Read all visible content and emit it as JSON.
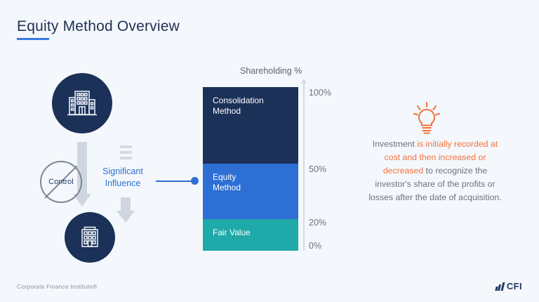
{
  "slide": {
    "title": "Equity Method Overview",
    "background_color": "#f4f8fc",
    "accent_color": "#3d79e0"
  },
  "diagram": {
    "parent_icon_name": "office-building",
    "investee_icon_name": "office-building-small",
    "control_label": "Control",
    "control_state": "prohibited",
    "influence_label": "Significant\nInfluence",
    "influence_color": "#2f6fd0"
  },
  "chart_data": {
    "type": "bar",
    "title": "Shareholding %",
    "xlabel": "",
    "ylabel": "Shareholding %",
    "ylim": [
      0,
      100
    ],
    "grid": false,
    "legend": "inside-segments",
    "categories": [
      "Fair Value",
      "Equity Method",
      "Consolidation Method"
    ],
    "tick_labels": [
      "100%",
      "50%",
      "20%",
      "0%"
    ],
    "tick_values": [
      100,
      50,
      20,
      0
    ],
    "segments": [
      {
        "label": "Consolidation\nMethod",
        "from": 50,
        "to": 100,
        "value": 50,
        "color": "#1b3158"
      },
      {
        "label": "Equity\nMethod",
        "from": 20,
        "to": 50,
        "value": 30,
        "color": "#2d6fd4"
      },
      {
        "label": "Fair Value",
        "from": 0,
        "to": 20,
        "value": 20,
        "color": "#1fa9a8"
      }
    ]
  },
  "insight": {
    "icon_name": "lightbulb-icon",
    "icon_color": "#f4713c",
    "text_plain": "Investment is initially recorded at cost and then increased or decreased to recognize the investor's share of the profits or losses after the date of acquisition.",
    "lead": "Investment ",
    "highlight": "is initially recorded at cost and then increased or decreased",
    "tail": " to recognize the investor's share of the profits or losses after the date of acquisition."
  },
  "footer": {
    "credit": "Corporate Finance Institute®",
    "logo_text": "CFI"
  }
}
